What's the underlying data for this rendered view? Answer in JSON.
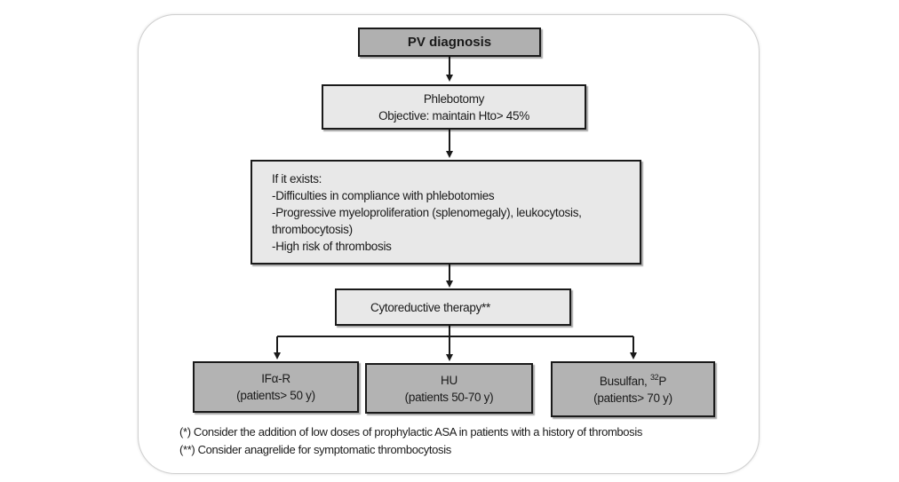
{
  "flowchart": {
    "title": "PV diagnosis",
    "phlebotomy": {
      "line1": "Phlebotomy",
      "line2": "Objective: maintain Hto> 45%"
    },
    "conditions": {
      "heading": "If it exists:",
      "items": [
        "-Difficulties in compliance with phlebotomies",
        "-Progressive myeloproliferation (splenomegaly), leukocytosis,",
        "thrombocytosis)",
        "-High risk of thrombosis"
      ]
    },
    "therapy": "Cytoreductive therapy**",
    "options": [
      {
        "name": "IFα-R",
        "age": "(patients> 50 y)"
      },
      {
        "name": "HU",
        "age": "(patients 50-70 y)"
      },
      {
        "name": "Busulfan, ",
        "name_sup": "32",
        "name_suffix": "P",
        "age": "(patients> 70 y)"
      }
    ]
  },
  "footnotes": [
    "(*) Consider the addition of low doses of prophylactic ASA in patients with a history of thrombosis",
    "(**) Consider anagrelide for symptomatic thrombocytosis"
  ]
}
